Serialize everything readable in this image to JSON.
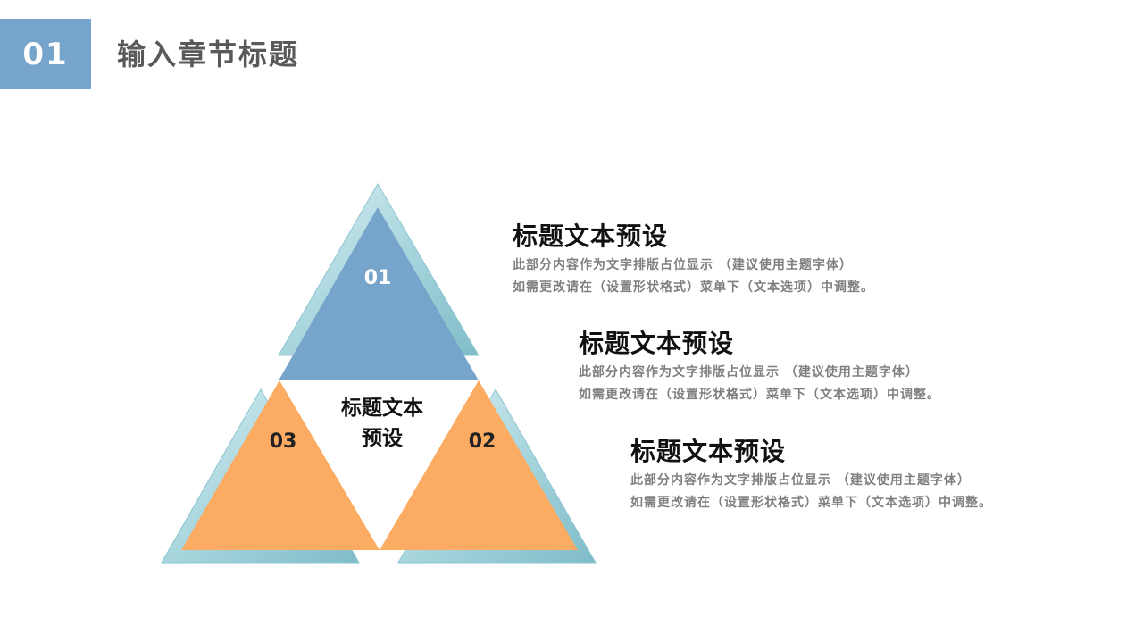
{
  "header": {
    "section_number": "01",
    "section_title": "输入章节标题"
  },
  "diagram": {
    "center_label": [
      "标题文本",
      "预设"
    ],
    "triangles": [
      {
        "label": "01",
        "color": "#77a4ca"
      },
      {
        "label": "02",
        "color": "#fbac62"
      },
      {
        "label": "03",
        "color": "#fbac62"
      }
    ],
    "frame_color": "#a9d6de"
  },
  "blocks": [
    {
      "title": "标题文本预设",
      "line1": "此部分内容作为文字排版占位显示 （建议使用主题字体）",
      "line2": "如需更改请在（设置形状格式）菜单下（文本选项）中调整。"
    },
    {
      "title": "标题文本预设",
      "line1": "此部分内容作为文字排版占位显示 （建议使用主题字体）",
      "line2": "如需更改请在（设置形状格式）菜单下（文本选项）中调整。"
    },
    {
      "title": "标题文本预设",
      "line1": "此部分内容作为文字排版占位显示 （建议使用主题字体）",
      "line2": "如需更改请在（设置形状格式）菜单下（文本选项）中调整。"
    }
  ]
}
